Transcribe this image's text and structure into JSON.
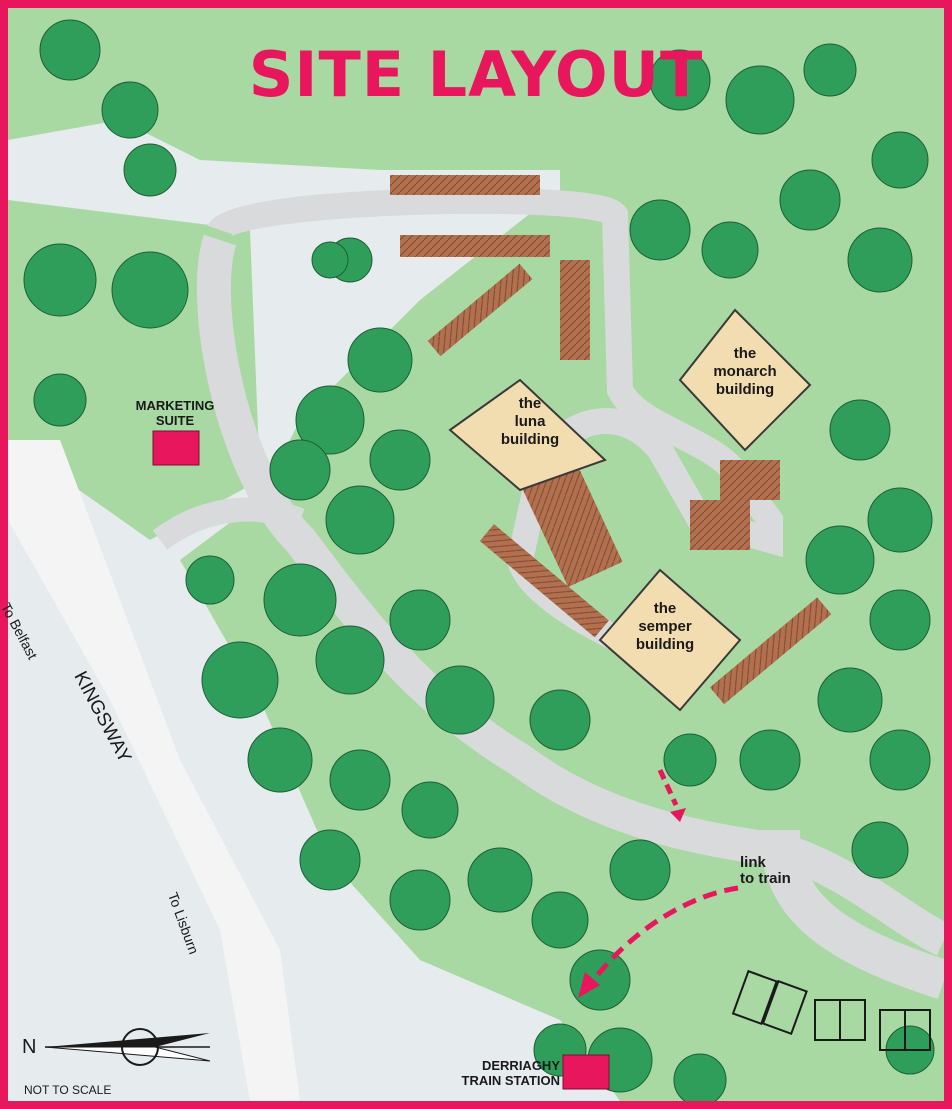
{
  "title": "SITE LAYOUT",
  "buildings": {
    "luna": "the\nluna\nbuilding",
    "monarch": "the\nmonarch\nbuilding",
    "semper": "the\nsemper\nbuilding"
  },
  "labels": {
    "marketing_suite": "MARKETING\nSUITE",
    "to_belfast": "To Belfast",
    "kingsway": "KINGSWAY",
    "to_lisburn": "To Lisburn",
    "link_to_train": "link\nto train",
    "station": "DERRIAGHY\nTRAIN STATION",
    "compass_n": "N",
    "scale_note": "NOT TO SCALE"
  },
  "colors": {
    "border": "#e8175d",
    "grass": "#a8d9a2",
    "tree": "#2e9e5a",
    "road": "#d9dadb",
    "building": "#f2ddb0",
    "parking": "#b2704e",
    "water": "#e6ebee",
    "marker": "#e8175d"
  }
}
